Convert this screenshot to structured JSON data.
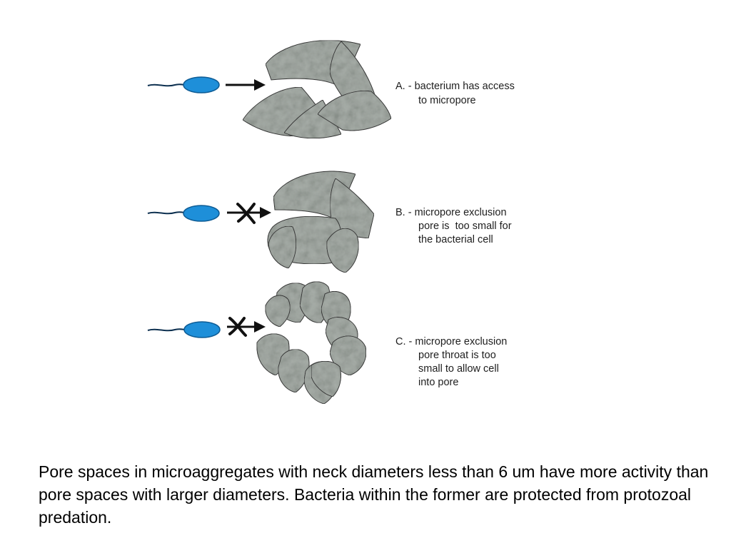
{
  "panels": [
    {
      "id": "A",
      "label_lines": [
        "A. - bacterium has access",
        "to micropore"
      ]
    },
    {
      "id": "B",
      "label_lines": [
        "B. - micropore exclusion",
        "pore is  too small for",
        "the bacterial cell"
      ]
    },
    {
      "id": "C",
      "label_lines": [
        "C. - micropore exclusion",
        "pore throat is too",
        "small to allow cell",
        "into pore"
      ]
    }
  ],
  "caption": "Pore spaces in microaggregates with neck diameters less than 6 um have more activity than pore spaces with larger diameters.  Bacteria within the former are protected from protozoal predation.",
  "colors": {
    "bacterium_fill": "#1e8fd9",
    "bacterium_stroke": "#0d5b94",
    "aggregate_fill": "#a9afaa",
    "aggregate_stroke": "#3b3b3b",
    "arrow": "#111111"
  }
}
